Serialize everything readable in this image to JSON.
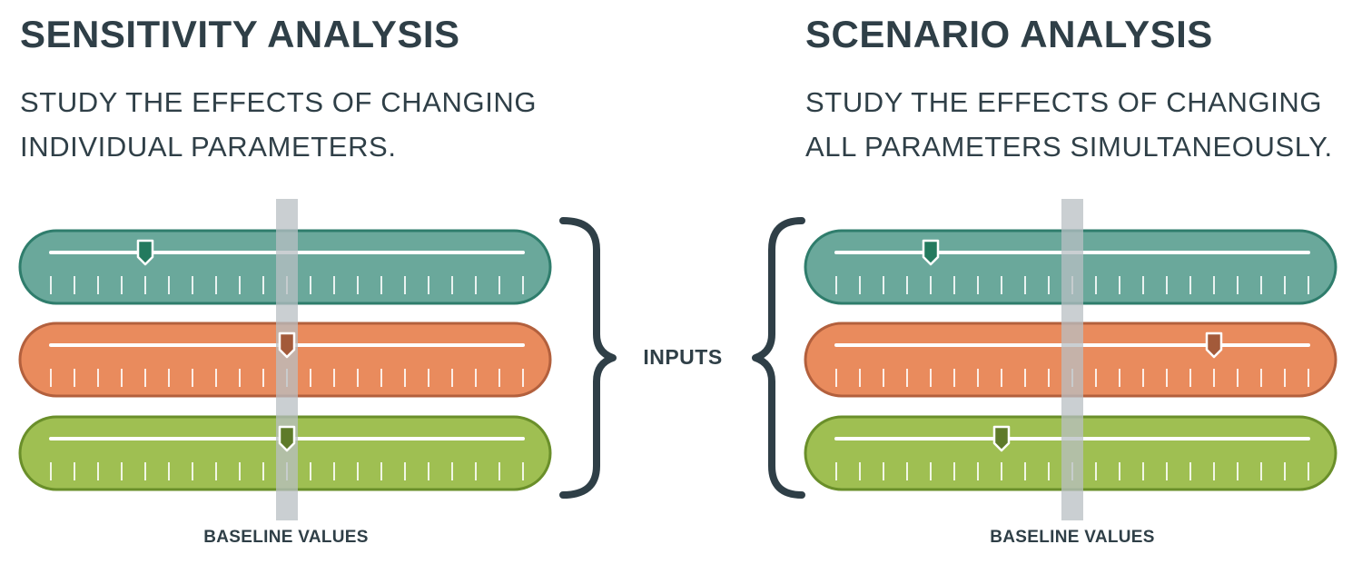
{
  "left": {
    "title": "SENSITIVITY ANALYSIS",
    "subtitle_line1": "STUDY THE EFFECTS OF CHANGING",
    "subtitle_line2": "INDIVIDUAL PARAMETERS.",
    "baseline_label": "BASELINE VALUES",
    "slider_positions": [
      5,
      11,
      11
    ]
  },
  "right": {
    "title": "SCENARIO ANALYSIS",
    "subtitle_line1": "STUDY THE EFFECTS OF CHANGING",
    "subtitle_line2": "ALL PARAMETERS SIMULTANEOUSLY.",
    "baseline_label": "BASELINE VALUES",
    "slider_positions": [
      5,
      17,
      8
    ]
  },
  "center": {
    "label": "INPUTS"
  },
  "ticks_per_slider": 21,
  "baseline_tick": 11,
  "colors": {
    "text": "#2f3f47",
    "teal_fill": "#6aa89b",
    "teal_stroke": "#2f7d6c",
    "teal_handle": "#237a5e",
    "orange_fill": "#e98b5d",
    "orange_stroke": "#b3603d",
    "orange_handle": "#a35a3a",
    "green_fill": "#9fbf52",
    "green_stroke": "#6a8f2a",
    "green_handle": "#5e7a2a",
    "baseline_band": "#b8bfc3",
    "brace": "#2f3f47"
  }
}
